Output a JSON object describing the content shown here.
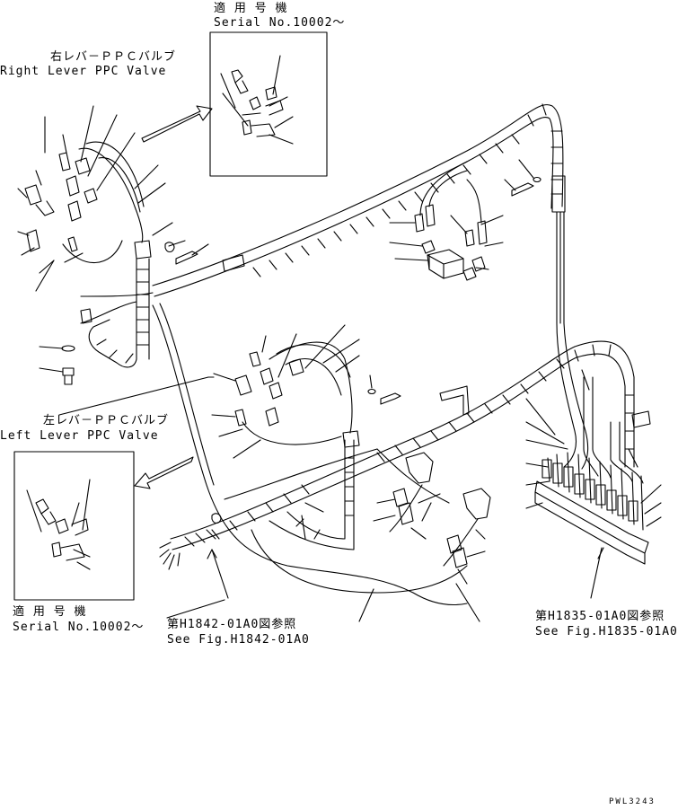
{
  "labels": {
    "serial_top_jp": "適 用 号 機",
    "serial_top_en": "Serial No.10002～",
    "right_valve_jp": "右レバ－ＰＰＣバルブ",
    "right_valve_en": "Right Lever PPC Valve",
    "left_valve_jp": "左レバ－ＰＰＣバルブ",
    "left_valve_en": "Left Lever PPC Valve",
    "serial_bottom_jp": "適 用 号 機",
    "serial_bottom_en": "Serial No.10002～",
    "ref1_jp": "第H1842-01A0図参照",
    "ref1_en": "See Fig.H1842-01A0",
    "ref2_jp": "第H1835-01A0図参照",
    "ref2_en": "See Fig.H1835-01A0",
    "drawing_code": "PWL3243"
  },
  "colors": {
    "ink": "#000000",
    "paper": "#ffffff"
  }
}
